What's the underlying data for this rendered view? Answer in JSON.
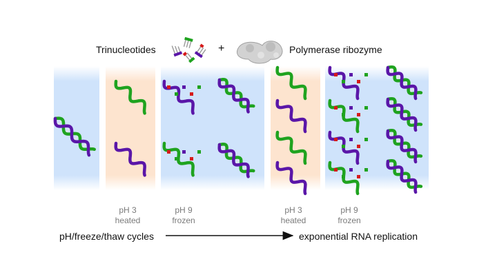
{
  "header": {
    "trinucleotides_label": "Trinucleotides",
    "plus_sign": "+",
    "ribozyme_label": "Polymerase ribozyme"
  },
  "conditions": [
    {
      "line1": "pH 3",
      "line2": "heated"
    },
    {
      "line1": "pH 9",
      "line2": "frozen"
    },
    {
      "line1": "pH 3",
      "line2": "heated"
    },
    {
      "line1": "pH 9",
      "line2": "frozen"
    }
  ],
  "footer": {
    "left_label": "pH/freeze/thaw cycles",
    "right_label": "exponential RNA replication"
  },
  "colors": {
    "cold_band": "#cfe3fb",
    "hot_band": "#fde4cf",
    "strand_green": "#1fa31f",
    "strand_purple": "#5a16a8",
    "accent_red": "#d61a1a",
    "ribozyme_gray": "#c8c8c8",
    "condition_text": "#7a7a7a"
  }
}
